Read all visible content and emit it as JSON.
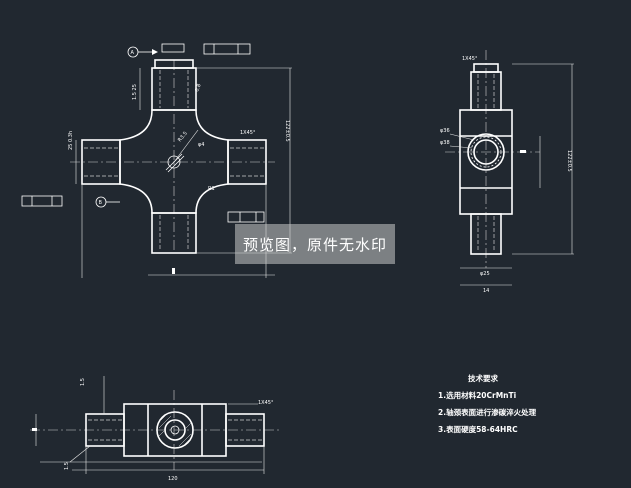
{
  "watermark": "预览图，原件无水印",
  "datums": {
    "a": "A",
    "b": "B"
  },
  "tech_requirements": {
    "title": "技术要求",
    "items": [
      "1.选用材料20CrMnTi",
      "2.轴颈表面进行渗碳淬火处理",
      "3.表面硬度58-64HRC"
    ]
  },
  "colors": {
    "background": "#212830",
    "lines": "#ffffff",
    "watermark_bg": "#c8c8c8"
  },
  "annotations": {
    "chamfer": "1X45°",
    "radius": "R1"
  }
}
